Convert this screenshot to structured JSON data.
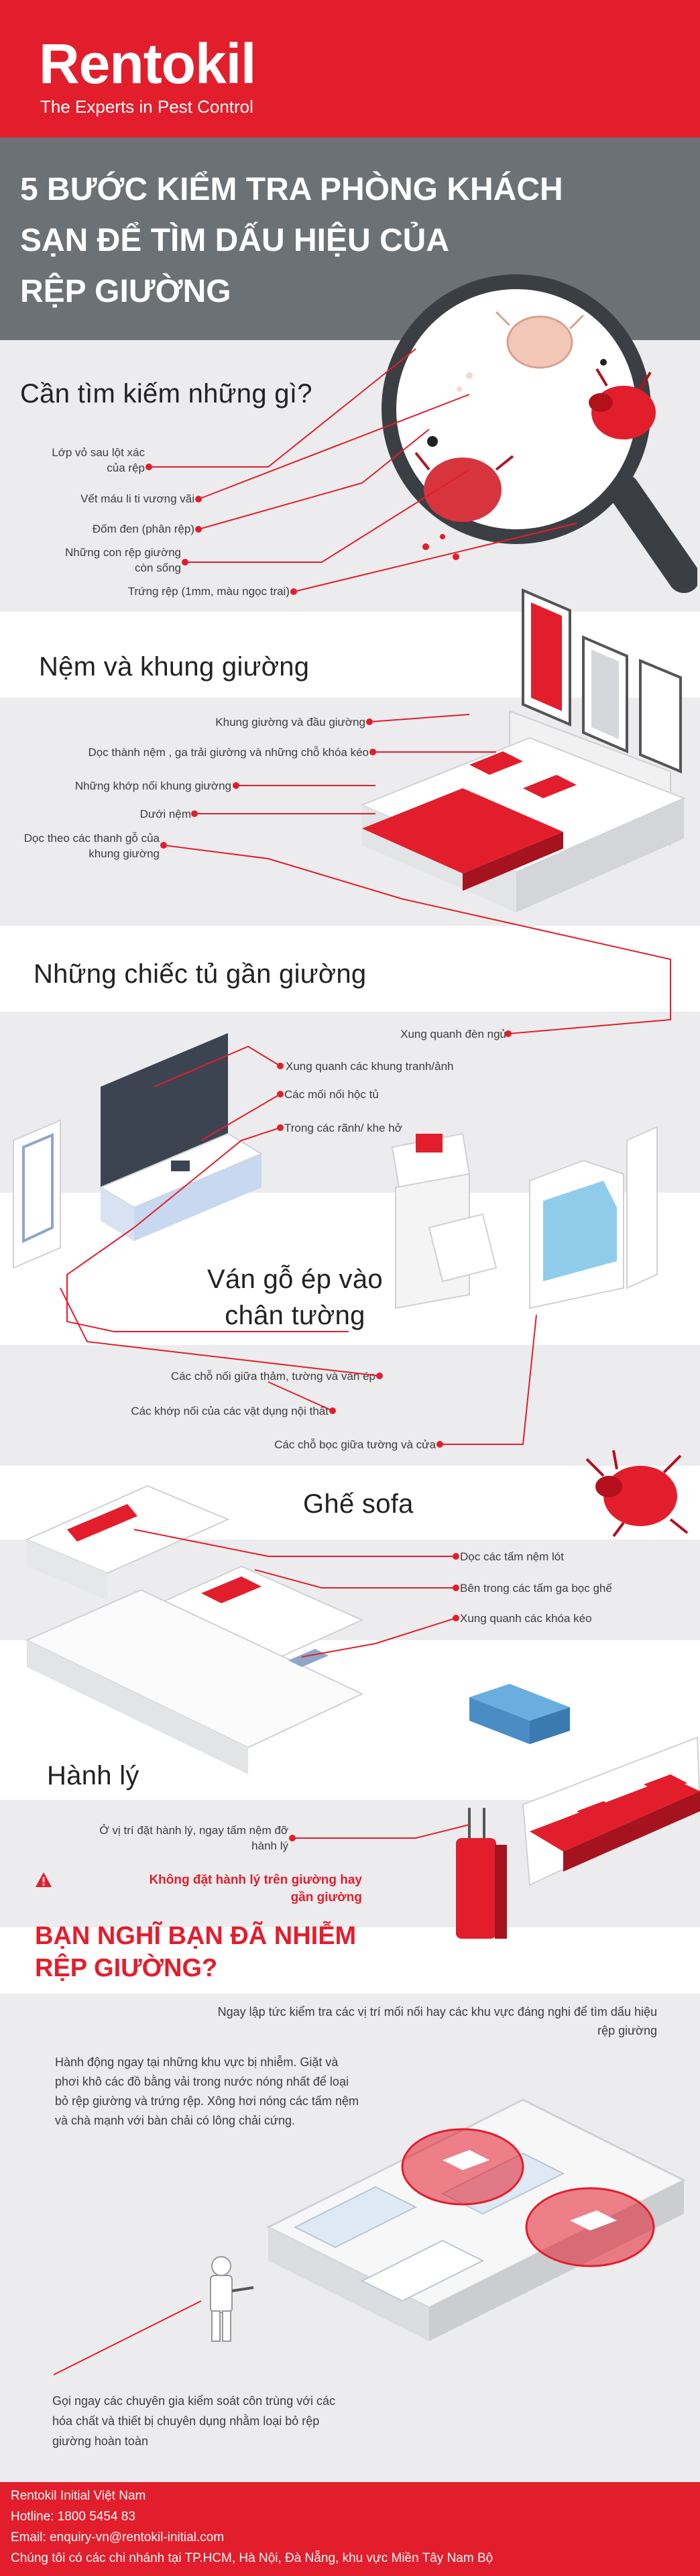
{
  "brand": {
    "logo": "Rentokil",
    "tagline": "The Experts in Pest Control",
    "red": "#e31e2c",
    "grey": "#6b7175"
  },
  "title": {
    "line1": "5 BƯỚC KIỂM TRA PHÒNG KHÁCH",
    "line2": "SẠN ĐỂ TÌM DẤU HIỆU CỦA",
    "line3": "RỆP GIƯỜNG"
  },
  "s1": {
    "heading": "Cần tìm kiếm những gì?",
    "i1a": "Lớp vỏ sau lột xác",
    "i1b": "của rệp",
    "i2": "Vết máu li ti vương vãi",
    "i3": "Đốm đen (phân rệp)",
    "i4a": "Những con rệp giường",
    "i4b": "còn sống",
    "i5": "Trứng rệp (1mm, màu ngọc trai)"
  },
  "s2": {
    "heading": "Nệm và khung giường",
    "i1": "Khung giường và đầu giường",
    "i2": "Dọc thành nệm , ga trải giường và những chỗ khóa kéo",
    "i3": "Những khớp nối khung giường",
    "i4": "Dưới nệm",
    "i5a": "Dọc theo các thanh gỗ của",
    "i5b": "khung giường"
  },
  "s3": {
    "heading": "Những chiếc tủ gần giường",
    "i1": "Xung quanh đèn ngủ",
    "i2": "Xung quanh các khung tranh/ảnh",
    "i3": "Các mối nối hộc tủ",
    "i4": "Trong các rãnh/ khe hở"
  },
  "s4": {
    "heading1": "Ván gỗ ép vào",
    "heading2": "chân tường",
    "i1": "Các chỗ nối giữa thảm, tường và ván ép",
    "i2": "Các khớp nối của các vật dụng nội thất",
    "i3": "Các chỗ bọc giữa tường và cửa"
  },
  "s5": {
    "heading": "Ghế sofa",
    "i1": "Dọc các tấm nệm lót",
    "i2": "Bên trong các tấm ga bọc ghế",
    "i3": "Xung quanh các khóa kéo"
  },
  "s6": {
    "heading": "Hành lý",
    "i1a": "Ở vị trí đặt hành lý, ngay tấm nệm đỡ",
    "i1b": "hành lý",
    "warn1": "Không đặt hành lý trên giường hay",
    "warn2": "gần giường"
  },
  "s7": {
    "heading1": "BẠN NGHĨ BẠN ĐÃ NHIỄM",
    "heading2": "RỆP GIƯỜNG?",
    "p1a": "Ngay lập tức kiểm tra các vị trí mối nối hay các khu vực đáng nghi để tìm dấu hiệu",
    "p1b": "rệp giường",
    "p2a": "Hành động ngay tại những khu vực bị nhiễm. Giặt và",
    "p2b": "phơi khô các đồ bằng vải trong nước nóng nhất để loại",
    "p2c": "bỏ rệp giường và trứng rệp. Xông hơi nóng các tấm nệm",
    "p2d": "và chà mạnh với bàn chải có lông chải cứng.",
    "p3a": "Gọi ngay các chuyên gia kiểm soát côn trùng với các",
    "p3b": "hóa chất và thiết bị chuyên dụng nhằm loại bỏ rệp",
    "p3c": "giường hoàn toàn"
  },
  "footer": {
    "l1": "Rentokil Initial Việt Nam",
    "l2": "Hotline: 1800 5454 83",
    "l3": "Email: enquiry-vn@rentokil-initial.com",
    "l4": "Chúng tôi có các chi nhánh tại TP.HCM, Hà Nội, Đà Nẵng, khu vực Miền Tây Nam Bộ"
  }
}
